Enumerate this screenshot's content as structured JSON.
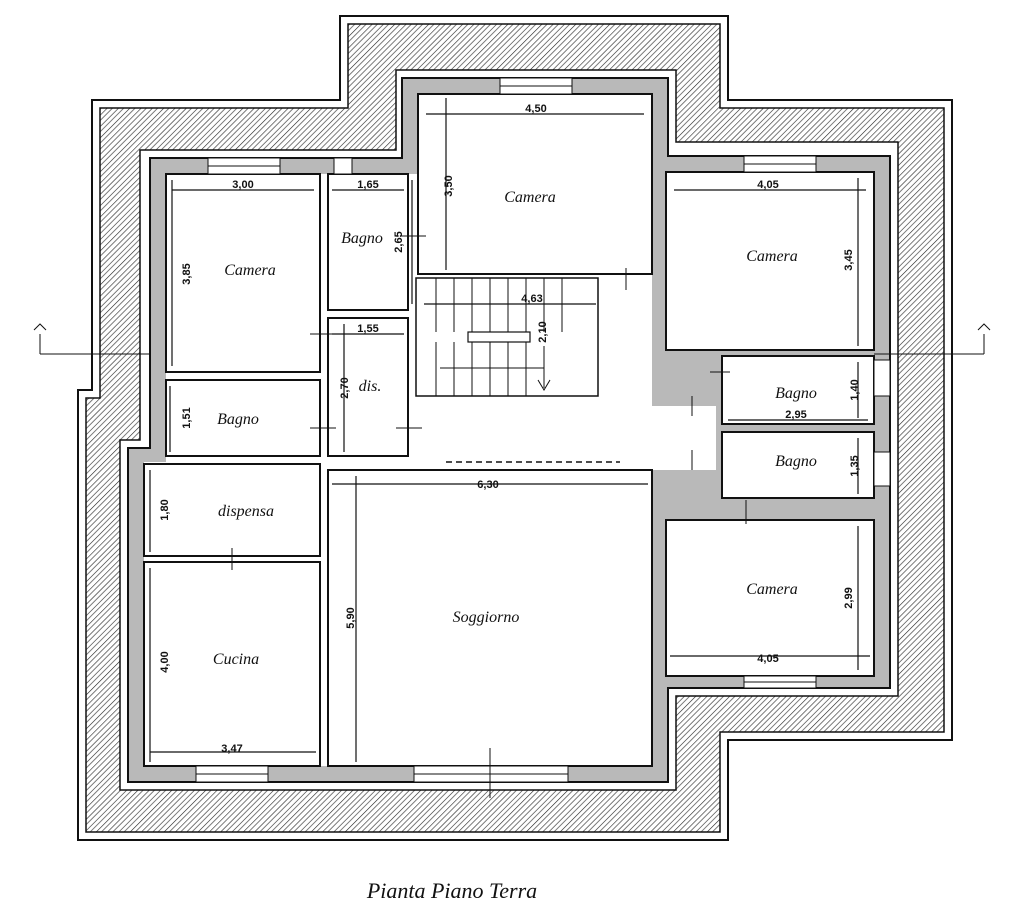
{
  "title": "Pianta Piano Terra",
  "rooms": {
    "camera_nw": "Camera",
    "camera_n": "Camera",
    "camera_ne": "Camera",
    "camera_se": "Camera",
    "bagno_n": "Bagno",
    "bagno_w": "Bagno",
    "bagno_e1": "Bagno",
    "bagno_e2": "Bagno",
    "dis": "dis.",
    "dispensa": "dispensa",
    "cucina": "Cucina",
    "soggiorno": "Soggiorno"
  },
  "dimensions": {
    "camera_n_w": "4,50",
    "camera_n_h": "3,50",
    "camera_nw_w": "3,00",
    "camera_nw_h": "3,85",
    "bagno_n_w": "1,65",
    "bagno_n_h": "2,65",
    "stair_w": "4,63",
    "stair_h": "2,10",
    "dis_w": "1,55",
    "dis_h": "2,70",
    "bagno_w_h": "1,51",
    "camera_ne_w": "4,05",
    "camera_ne_h": "3,45",
    "bagno_e1_w": "2,95",
    "bagno_e1_h": "1,40",
    "bagno_e2_h": "1,35",
    "soggiorno_w": "6,30",
    "soggiorno_h": "5,90",
    "dispensa_h": "1,80",
    "cucina_h": "4,00",
    "cucina_w": "3,47",
    "camera_se_w": "4,05",
    "camera_se_h": "2,99"
  }
}
